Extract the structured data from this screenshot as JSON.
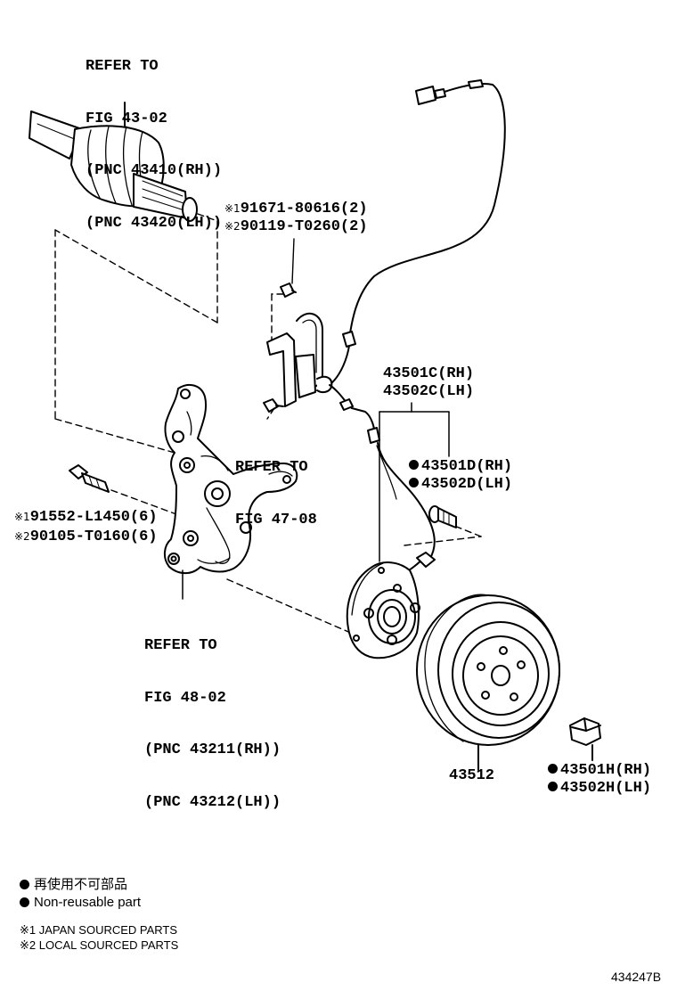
{
  "driveshaft_ref": {
    "lines": [
      "REFER TO",
      "FIG 43-02",
      "(PNC 43410(RH))",
      "(PNC 43420(LH))"
    ]
  },
  "sensor_bolt": {
    "j1_mark": "※1",
    "j1_part": "91671-80616(2)",
    "j2_mark": "※2",
    "j2_part": "90119-T0260(2)"
  },
  "sensor": {
    "rh": "43501C(RH)",
    "lh": "43502C(LH)"
  },
  "sensor_ref": {
    "lines": [
      "REFER TO",
      "FIG 47-08"
    ]
  },
  "hub_bolt": {
    "rh": "43501D(RH)",
    "lh": "43502D(LH)"
  },
  "knuckle_bolt": {
    "j1_mark": "※1",
    "j1_part": "91552-L1450(6)",
    "j2_mark": "※2",
    "j2_part": "90105-T0160(6)"
  },
  "knuckle_ref": {
    "lines": [
      "REFER TO",
      "FIG 48-02",
      "(PNC 43211(RH))",
      "(PNC 43212(LH))"
    ]
  },
  "disc": {
    "part": "43512"
  },
  "nut": {
    "rh": "43501H(RH)",
    "lh": "43502H(LH)"
  },
  "legend": {
    "jp": "再使用不可部品",
    "en": "Non-reusable part"
  },
  "notes": {
    "n1": "※1 JAPAN SOURCED PARTS",
    "n2": "※2 LOCAL SOURCED PARTS"
  },
  "figure_id": "434247B"
}
